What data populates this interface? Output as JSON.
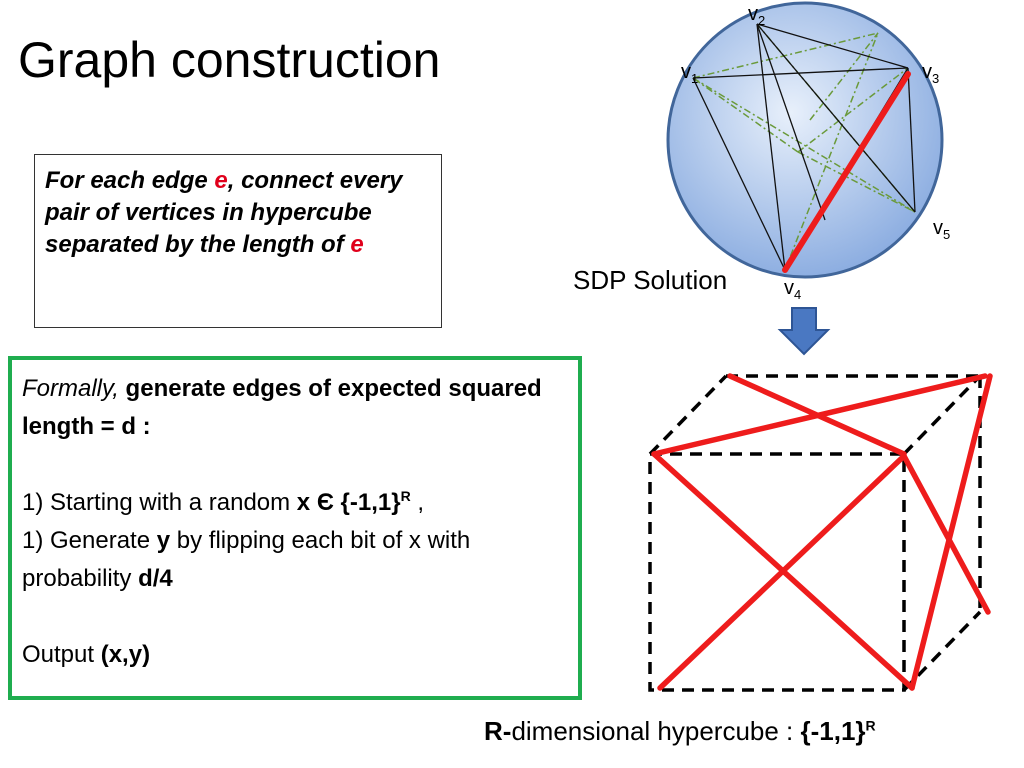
{
  "title": "Graph construction",
  "box1": {
    "line1_pre": "For each edge ",
    "edge_var": "e",
    "line1_post": ",  connect every pair of vertices in hypercube  separated by the length of ",
    "edge_var2": "e"
  },
  "box2": {
    "formally": "Formally,",
    "heading": " generate edges of expected squared length = d :",
    "step1_pre": "1) Starting with a random ",
    "step1_set": "x Є {-1,1}",
    "step1_sup": "R",
    "step1_post": "  ,",
    "step2_pre": "1) Generate ",
    "step2_var": "y",
    "step2_mid": " by flipping each bit of x with probability  ",
    "step2_prob": "d/4",
    "output_pre": "Output ",
    "output_val": "(x,y)"
  },
  "sdp_label": "SDP Solution",
  "vertices": [
    {
      "base": "v",
      "sub": "1"
    },
    {
      "base": "v",
      "sub": "2"
    },
    {
      "base": "v",
      "sub": "3"
    },
    {
      "base": "v",
      "sub": "4"
    },
    {
      "base": "v",
      "sub": "5"
    }
  ],
  "caption": {
    "r_bold": "R-",
    "text": "dimensional hypercube : ",
    "set": "{-1,1}",
    "sup": "R"
  },
  "colors": {
    "highlight_red": "#e0001b",
    "box_border_green": "#1fad4f",
    "arrow_blue": "#4a78c2",
    "sphere_fill": "#a8c3ea",
    "sphere_stroke": "#41669a",
    "dashed_edge_green": "#6a9a3a",
    "edge_red": "#ee1c1c"
  }
}
